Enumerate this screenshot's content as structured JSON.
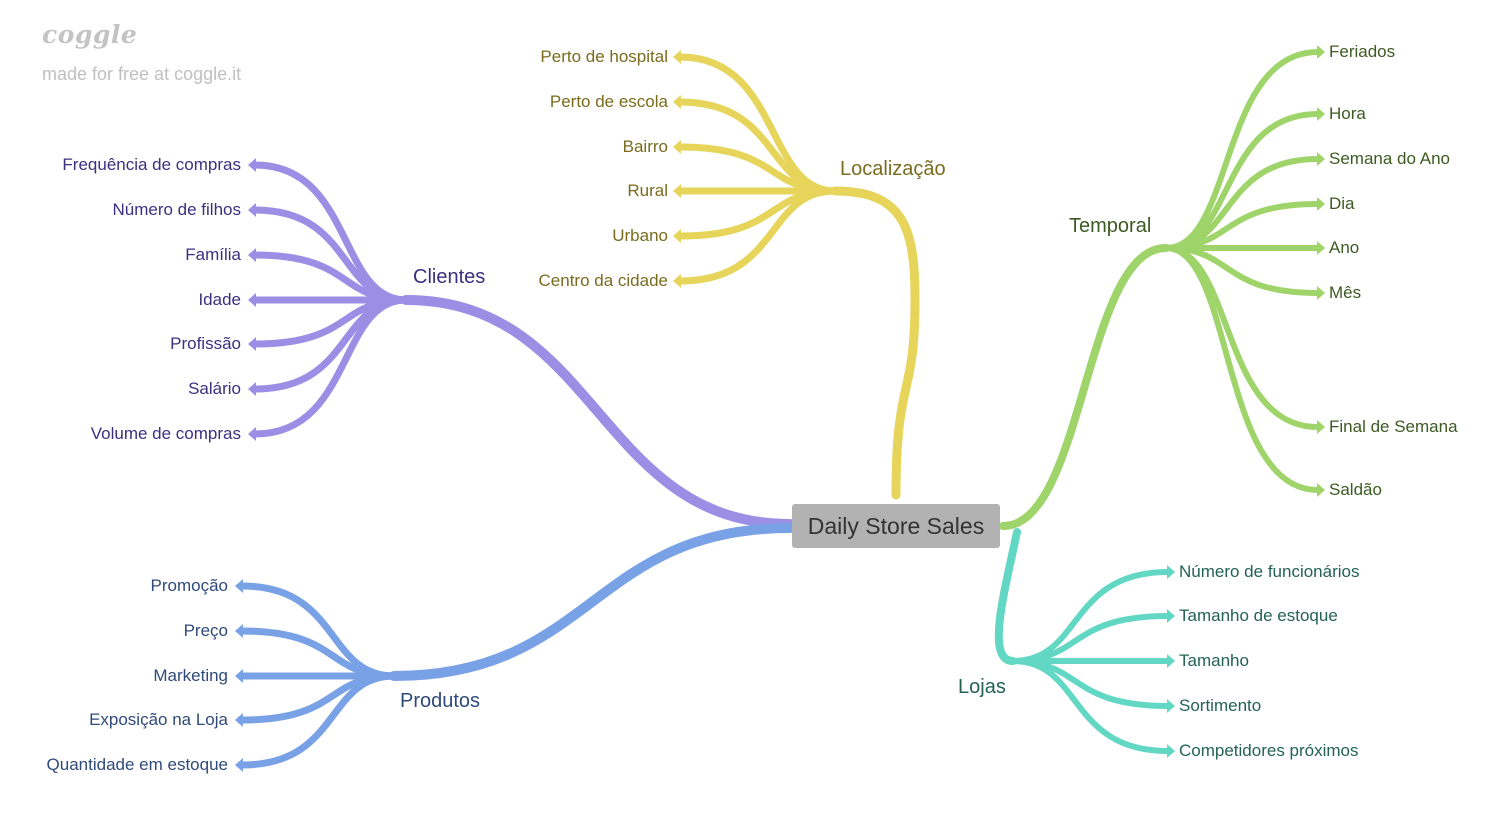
{
  "brand": {
    "logo": "coggle",
    "tagline": "made for free at coggle.it"
  },
  "root": {
    "label": "Daily Store Sales",
    "color": "#b2b2b2"
  },
  "branches": [
    {
      "id": "localizacao",
      "label": "Localização",
      "color": "#e6d55a",
      "text_color": "#7a6b1e",
      "children": [
        "Perto de hospital",
        "Perto de escola",
        "Bairro",
        "Rural",
        "Urbano",
        "Centro da cidade"
      ]
    },
    {
      "id": "clientes",
      "label": "Clientes",
      "color": "#9b8ee4",
      "text_color": "#3d2f80",
      "children": [
        "Frequência de compras",
        "Número de filhos",
        "Família",
        "Idade",
        "Profissão",
        "Salário",
        "Volume de compras"
      ]
    },
    {
      "id": "produtos",
      "label": "Produtos",
      "color": "#78a1e6",
      "text_color": "#2f4a7a",
      "children": [
        "Promoção",
        "Preço",
        "Marketing",
        "Exposição na Loja",
        "Quantidade em estoque"
      ]
    },
    {
      "id": "temporal",
      "label": "Temporal",
      "color": "#9fd46a",
      "text_color": "#3d5a22",
      "children": [
        "Feriados",
        "Hora",
        "Semana do Ano",
        "Dia",
        "Ano",
        "Mês",
        "Final de Semana",
        "Saldão"
      ]
    },
    {
      "id": "lojas",
      "label": "Lojas",
      "color": "#62d8c4",
      "text_color": "#236255",
      "children": [
        "Número de funcionários",
        "Tamanho de estoque",
        "Tamanho",
        "Sortimento",
        "Competidores próximos"
      ]
    }
  ]
}
